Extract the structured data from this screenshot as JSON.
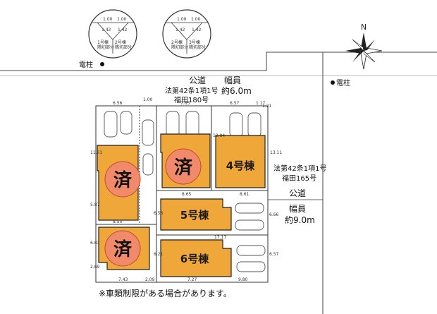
{
  "roads": {
    "north": {
      "name": "公道",
      "law": "法第42条1項1号",
      "ref": "福田180号",
      "width_label": "幅員",
      "width": "約6.0m"
    },
    "east": {
      "law": "法第42条1項1号",
      "ref": "福田165号",
      "name": "公道",
      "width_label": "幅員",
      "width": "約9.0m"
    }
  },
  "utility_pole": "電柱",
  "compass": "N",
  "lots": [
    {
      "id": "lot-1",
      "label": "",
      "sold_mark": "済",
      "sold": true
    },
    {
      "id": "lot-2",
      "label": "",
      "sold_mark": "済",
      "sold": true
    },
    {
      "id": "lot-3",
      "label": "",
      "sold_mark": "済",
      "sold": true
    },
    {
      "id": "lot-4",
      "label": "4号棟",
      "sold": false
    },
    {
      "id": "lot-5",
      "label": "5号棟",
      "sold": false
    },
    {
      "id": "lot-6",
      "label": "6号棟",
      "sold": false
    }
  ],
  "corner_cuts": [
    {
      "top": "1.00",
      "left": "1.00",
      "right": "1.42",
      "bottom": "1.42",
      "l1": "1号棟",
      "l2": "隅切部分",
      "r1": "2号棟",
      "r2": "隅切部分"
    },
    {
      "top": "1.00",
      "left": "1.00",
      "right": "1.42",
      "bottom": "1.42",
      "l1": "2号棟",
      "l2": "隅切部分",
      "r1": "3号棟",
      "r2": "隅切部分"
    }
  ],
  "dimensions": {
    "top_left": "6.56",
    "top_center_cut": "1.00",
    "top_mid": "7.65",
    "top_right": "6.57",
    "top_right_small": "1.17",
    "top_right_small2": "1.21",
    "left_upper": "11.61",
    "left_lower_1": "5.87",
    "lot1_bottom": "8.55",
    "lot2_side": "12.84",
    "lot4_side": "13.11",
    "lot4_bottom": "8.65",
    "lot4_bottom2": "8.61",
    "lot5_side": "6.56",
    "lot5_right": "6.66",
    "lot3_left": "6.83",
    "lot3_left2": "2.69",
    "lot3_bottom": "7.43",
    "lot6_left": "6.21",
    "lot6_right": "6.57",
    "lot6_top": "17.17",
    "bottom_a": "2.09",
    "bottom_b": "7.27",
    "bottom_c": "9.80"
  },
  "note": "※車類制限がある場合があります。",
  "colors": {
    "building": "#f0a73a",
    "building_border": "#222222",
    "sold_circle": "#f08a6a",
    "road_fill": "#ffffff",
    "background": "#ffffff"
  }
}
